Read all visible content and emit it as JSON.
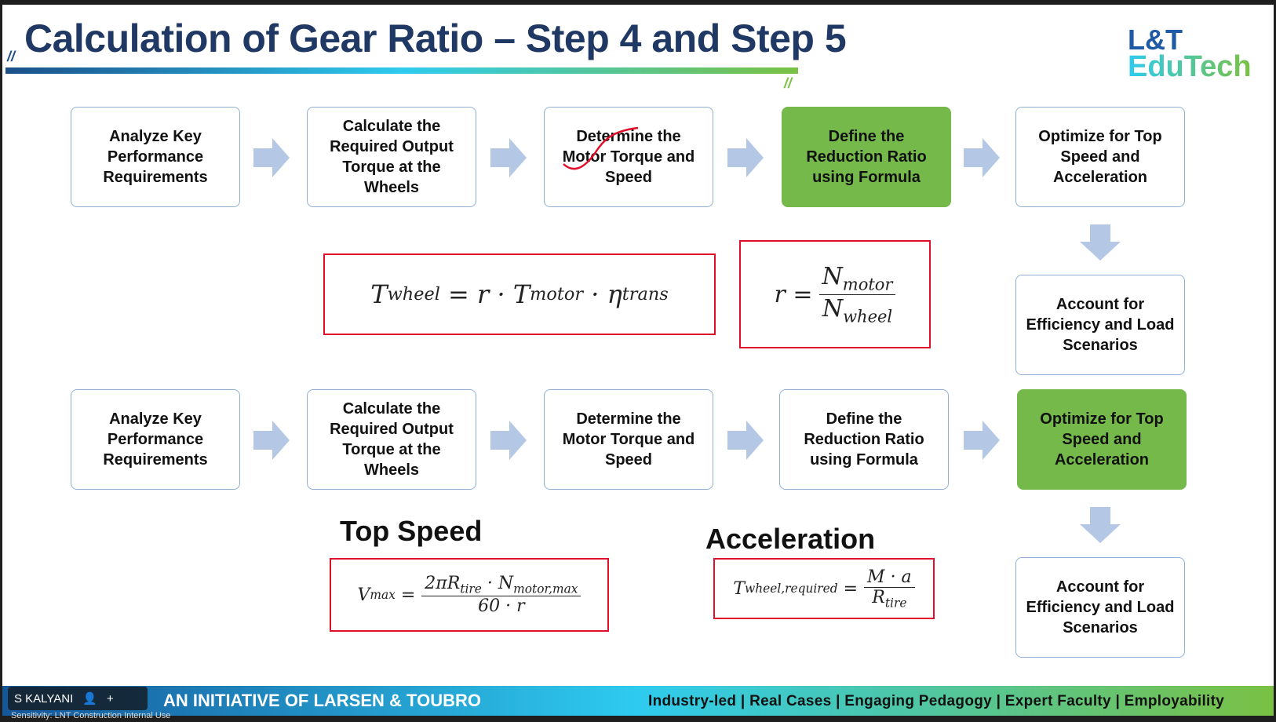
{
  "title": "Calculation of Gear Ratio – Step 4 and Step 5",
  "logo": {
    "line1": "L&T",
    "line2": "EduTech"
  },
  "row1": [
    "Analyze Key Performance Requirements",
    "Calculate the Required Output Torque at the Wheels",
    "Determine the Motor Torque and Speed",
    "Define the Reduction Ratio using Formula",
    "Optimize for Top Speed and Acceleration",
    "Account for Efficiency and Load Scenarios"
  ],
  "row2": [
    "Analyze Key Performance Requirements",
    "Calculate the Required Output Torque at the Wheels",
    "Determine the Motor Torque and Speed",
    "Define the Reduction Ratio using Formula",
    "Optimize for Top Speed and Acceleration",
    "Account for Efficiency and Load Scenarios"
  ],
  "formulas": {
    "twheel": {
      "T": "T",
      "s1": "wheel",
      "eq": "= r · T",
      "s2": "motor",
      "dot": "· η",
      "s3": "trans"
    },
    "ratio": {
      "r": "r =",
      "num": "N",
      "nsub": "motor",
      "den": "N",
      "dsub": "wheel"
    },
    "vmax": {
      "v": "V",
      "vsub": "max",
      "eq": "=",
      "num": "2πR",
      "nsub1": "tire",
      "num2": "· N",
      "nsub2": "motor,max",
      "den": "60 · r"
    },
    "accel": {
      "t": "T",
      "tsub": "wheel,required",
      "eq": "=",
      "num": "M · a",
      "den": "R",
      "dsub": "tire"
    }
  },
  "headings": {
    "top_speed": "Top Speed",
    "acceleration": "Acceleration"
  },
  "footer": {
    "left": "AN INITIATIVE OF LARSEN & TOUBRO",
    "right": "Industry-led | Real Cases | Engaging Pedagogy | Expert Faculty | Employability",
    "sensitivity": "Sensitivity: LNT Construction Internal Use"
  },
  "user_chip": {
    "name": "S KALYANI"
  },
  "colors": {
    "title": "#1f3864",
    "highlight": "#74b94a",
    "formula_border": "#e0102a",
    "arrow": "#b4c8e6"
  }
}
